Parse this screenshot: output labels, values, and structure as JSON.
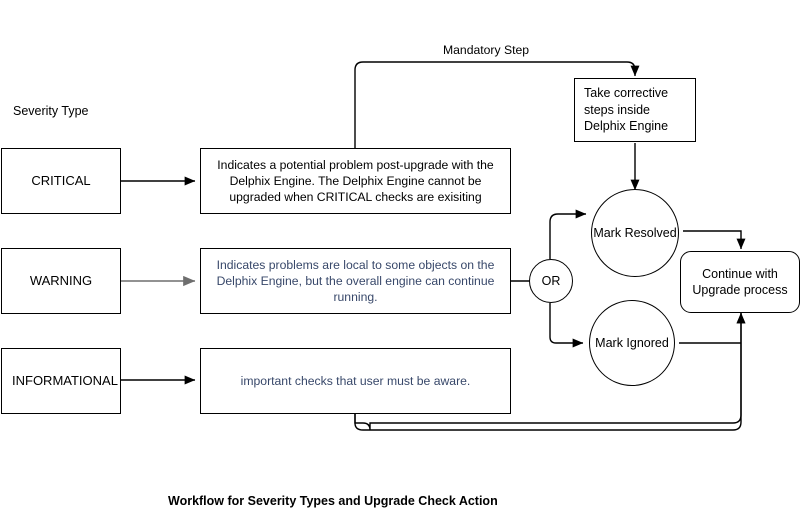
{
  "diagram": {
    "caption": "Workflow for Severity Types and Upgrade Check Action",
    "column_header": "Severity Type",
    "edge_labels": {
      "mandatory_step": "Mandatory Step"
    },
    "colors": {
      "stroke": "#000000",
      "warning_arrow": "#6e6e6e",
      "description_text_blue": "#38486a",
      "text": "#000000",
      "background": "#ffffff"
    },
    "severity_nodes": [
      {
        "id": "critical",
        "label": "CRITICAL"
      },
      {
        "id": "warning",
        "label": "WARNING"
      },
      {
        "id": "informational",
        "label": "INFORMATIONAL"
      }
    ],
    "description_nodes": [
      {
        "id": "critical-desc",
        "text": "Indicates a potential problem post-upgrade with the Delphix Engine. The Delphix Engine cannot be upgraded when CRITICAL checks are exisiting"
      },
      {
        "id": "warning-desc",
        "text": "Indicates problems are local to some objects on the Delphix Engine, but the overall engine can continue running."
      },
      {
        "id": "informational-desc",
        "text": "important checks that user must be aware."
      }
    ],
    "action_nodes": [
      {
        "id": "corrective-steps",
        "text": "Take corrective steps inside Delphix Engine"
      },
      {
        "id": "or-gate",
        "text": "OR"
      },
      {
        "id": "mark-resolved",
        "text": "Mark Resolved"
      },
      {
        "id": "mark-ignored",
        "text": "Mark Ignored"
      },
      {
        "id": "continue-upgrade",
        "text": "Continue with Upgrade process"
      }
    ]
  }
}
